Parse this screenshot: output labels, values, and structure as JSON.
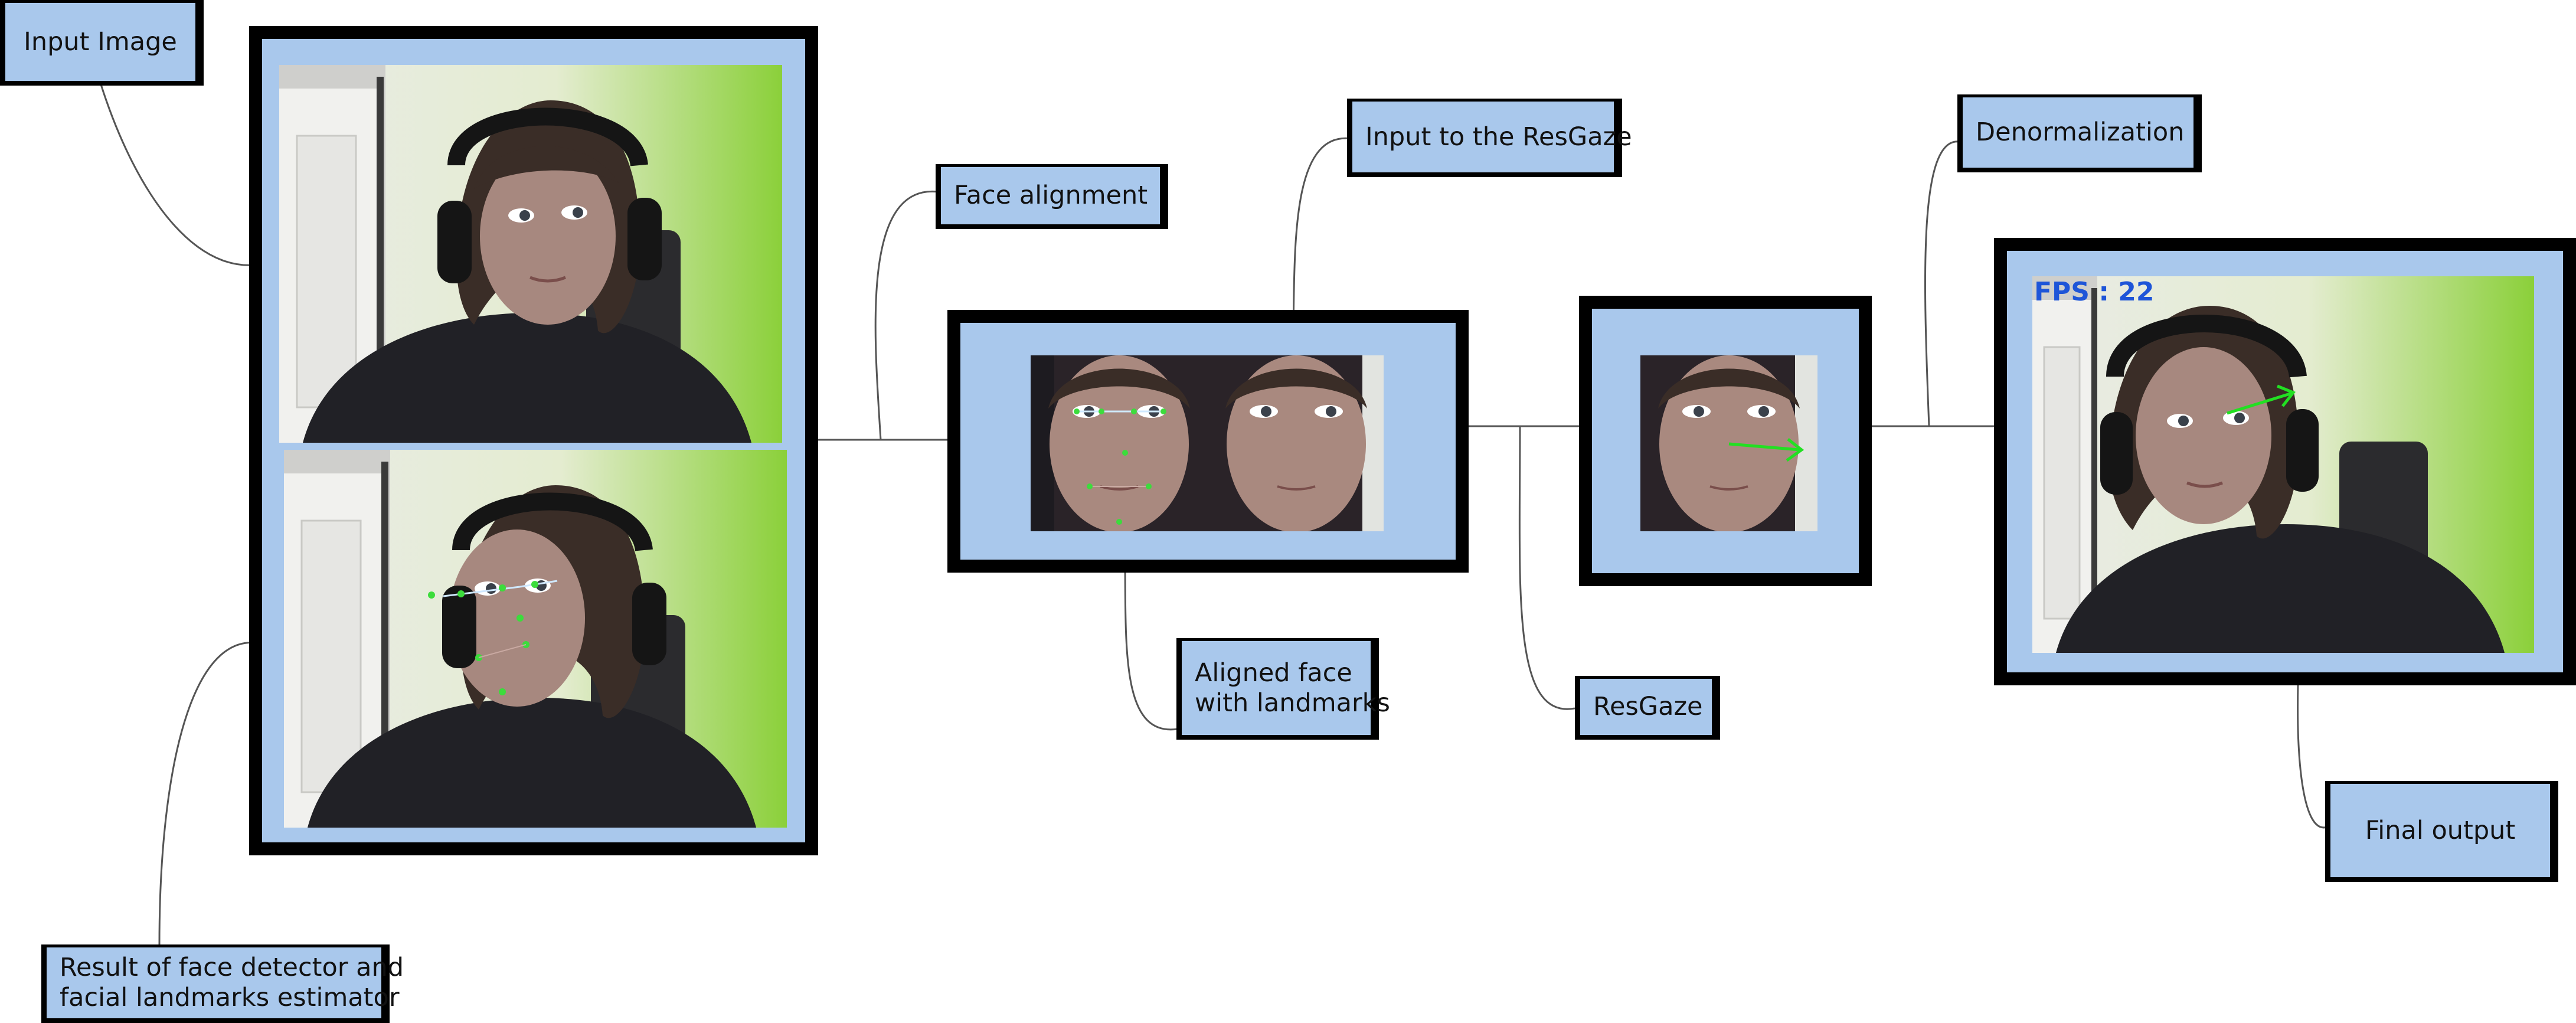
{
  "labels": {
    "input_image": "Input Image",
    "detector_result": "Result of face detector and\nfacial landmarks estimator",
    "face_alignment": "Face alignment",
    "aligned_face": "Aligned face\nwith landmarks",
    "input_to_resgaze": "Input to the ResGaze",
    "resgaze": "ResGaze",
    "denormalization": "Denormalization",
    "final_output": "Final output"
  },
  "overlay": {
    "fps_text": "FPS : 22"
  },
  "colors": {
    "box_fill": "#a9c8ec",
    "frame_border": "#000000",
    "landmark_green": "#3cdc3c",
    "gaze_arrow": "#22e022",
    "fps_blue": "#1e55d8"
  }
}
